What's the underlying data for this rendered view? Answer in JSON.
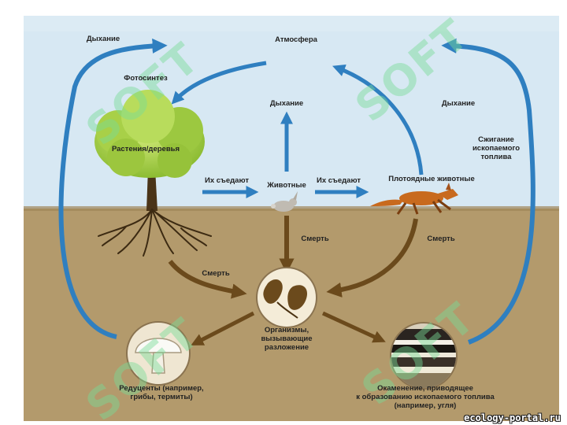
{
  "labels": {
    "atmosphere": "Атмосфера",
    "respiration_left": "Дыхание",
    "photosynthesis": "Фотосинтез",
    "respiration_center": "Дыхание",
    "respiration_right": "Дыхание",
    "fuel_burning": "Сжигание\nископаемого\nтоплива",
    "plants": "Растения/деревья",
    "eaten_1": "Их съедают",
    "animals": "Животные",
    "eaten_2": "Их съедают",
    "predators": "Плотоядные животные",
    "death_center": "Смерть",
    "death_right": "Смерть",
    "death_left": "Смерть",
    "decomposers": "Организмы,\nвызывающие\nразложение",
    "reducers": "Редуценты (например,\nгрибы, термиты)",
    "fossilization": "Окаменение, приводящее\nк образованию ископаемого топлива\n(например, угля)"
  },
  "watermark": "SOFT",
  "credit": "ecology-portal.ru",
  "colors": {
    "sky": "#dcebf4",
    "soil": "#b39a6c",
    "blue_arrow": "#2f7fc0",
    "brown_arrow": "#6b4a1c",
    "foliage": "#a8d048",
    "fox": "#c86a1e"
  }
}
